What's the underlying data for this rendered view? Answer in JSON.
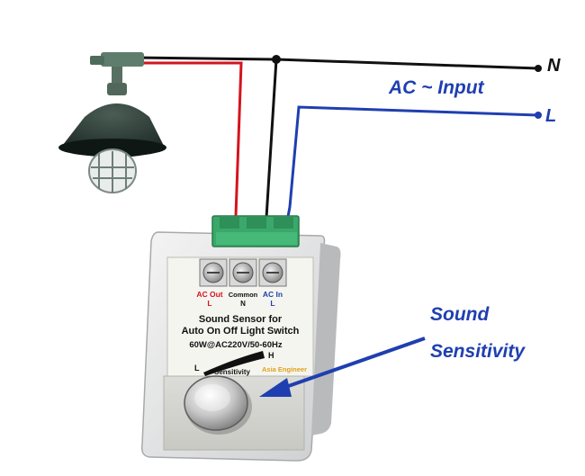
{
  "labels": {
    "neutral": "N",
    "live": "L",
    "ac_input": "AC ~ Input",
    "sound": "Sound",
    "sensitivity": "Sensitivity"
  },
  "device": {
    "terminal_ac_out": "AC Out",
    "terminal_ac_out_sub": "L",
    "terminal_common": "Common",
    "terminal_common_sub": "N",
    "terminal_ac_in": "AC In",
    "terminal_ac_in_sub": "L",
    "title_line1": "Sound Sensor for",
    "title_line2": "Auto On Off Light Switch",
    "rating": "60W@AC220V/50-60Hz",
    "dial_high": "H",
    "dial_low": "L",
    "dial_caption": "Sensitivity",
    "brand": "Asia Engineer"
  },
  "colors": {
    "live_wire": "#1f3fb0",
    "neutral_wire": "#111111",
    "lamp_wire": "#d4141e",
    "terminal_green": "#3aa86a",
    "callout_text": "#1f3fb0"
  }
}
